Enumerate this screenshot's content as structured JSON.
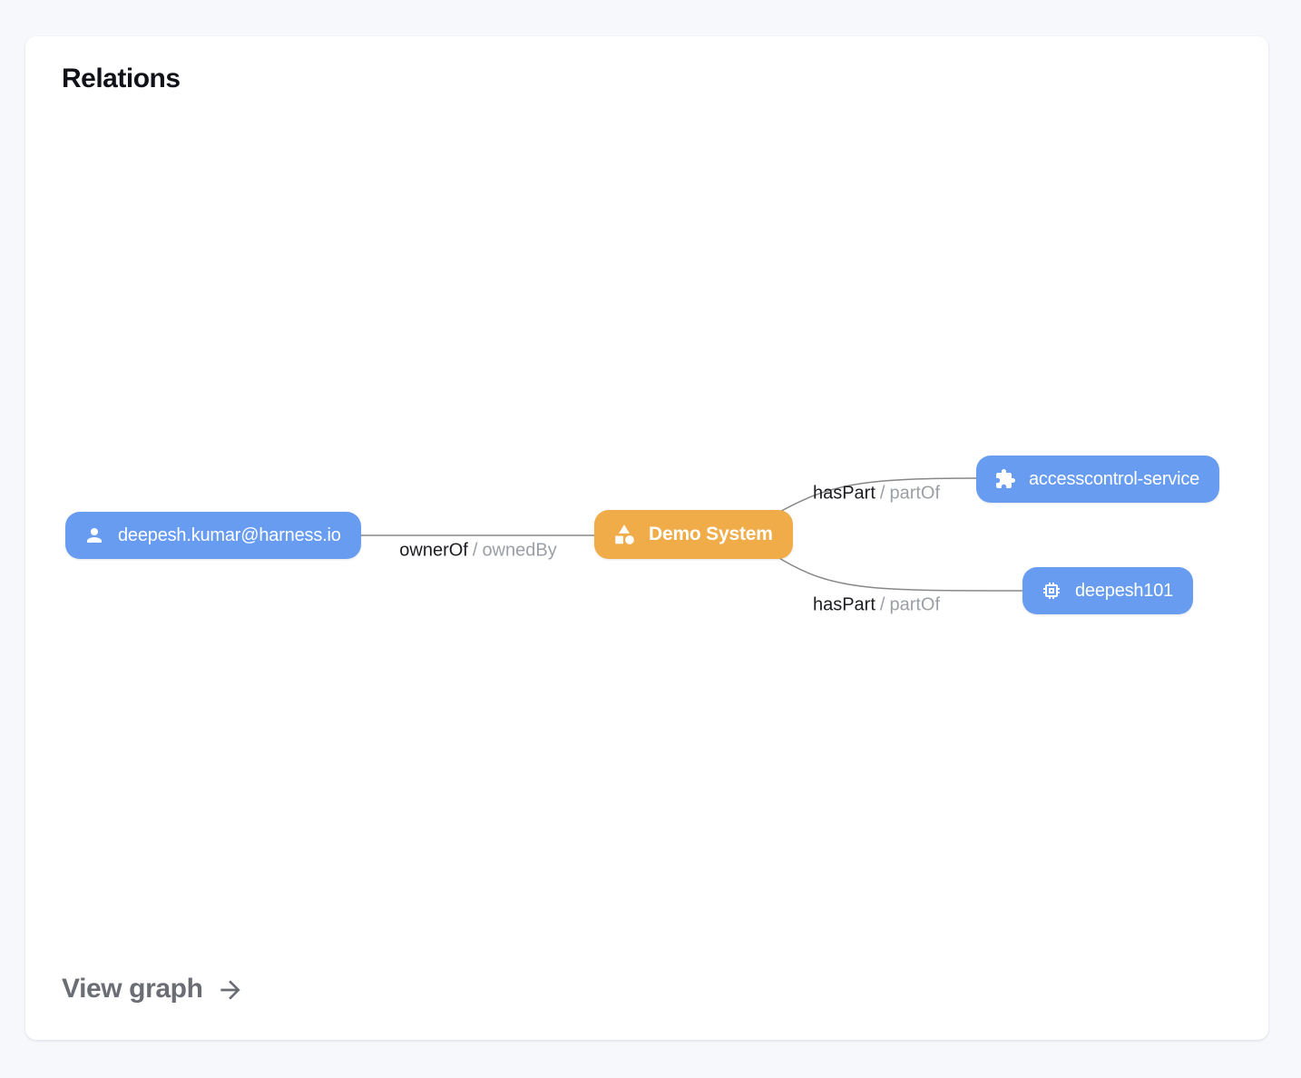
{
  "header": {
    "title": "Relations"
  },
  "footer": {
    "view_graph_label": "View graph"
  },
  "colors": {
    "page_bg": "#F6F8FB",
    "card_bg": "#FFFFFF",
    "node_blue": "#689CF1",
    "node_orange": "#F0AC49",
    "node_text": "#FFFFFF",
    "edge_line": "#888888",
    "edge_label_primary": "#1C1D21",
    "edge_label_secondary": "#9B9FA6",
    "title_text": "#111217",
    "view_graph_text": "#6A6D74"
  },
  "graph": {
    "nodes": [
      {
        "id": "user",
        "label": "deepesh.kumar@harness.io",
        "icon": "person-icon",
        "color": "#689CF1"
      },
      {
        "id": "system",
        "label": "Demo System",
        "icon": "category-icon",
        "color": "#F0AC49",
        "highlighted": true
      },
      {
        "id": "service",
        "label": "accesscontrol-service",
        "icon": "puzzle-icon",
        "color": "#689CF1"
      },
      {
        "id": "component",
        "label": "deepesh101",
        "icon": "chip-icon",
        "color": "#689CF1"
      }
    ],
    "edges": [
      {
        "from": "user",
        "to": "system",
        "label_primary": "ownerOf",
        "separator": "/",
        "label_secondary": "ownedBy"
      },
      {
        "from": "system",
        "to": "service",
        "label_primary": "hasPart",
        "separator": "/",
        "label_secondary": "partOf"
      },
      {
        "from": "system",
        "to": "component",
        "label_primary": "hasPart",
        "separator": "/",
        "label_secondary": "partOf"
      }
    ]
  }
}
